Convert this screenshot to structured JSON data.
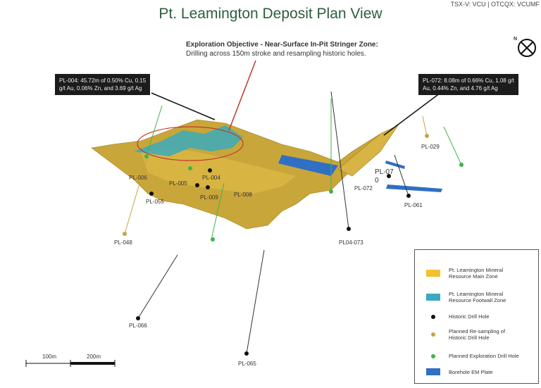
{
  "title": "Pt. Leamington Deposit Plan View",
  "ticker": "TSX-V: VCU | OTCQX: VCUMF",
  "north_label": "N",
  "objective": {
    "heading": "Exploration Objective - Near-Surface In-Pit Stringer Zone:",
    "text": "Drilling across 150m stroke and resampling historic holes."
  },
  "callouts": [
    {
      "line1": "PL-004: 45.72m of 0.50% Cu, 0.15",
      "line2": "g/t Au, 0.06% Zn, and 3.69 g/t Ag"
    },
    {
      "line1": "PL-072: 8.08m of 0.66% Cu, 1.08 g/t",
      "line2": "Au, 0.44% Zn, and 4.76 g/t Ag"
    }
  ],
  "holes": [
    "PL-006",
    "PL-055",
    "PL-005",
    "PL-004",
    "PL-009",
    "PL-008",
    "PL-048",
    "PL-066",
    "PL-065",
    "PL04-073",
    "PL-072",
    "PL-07",
    "0",
    "PL-061",
    "PL-029"
  ],
  "legend": [
    {
      "label1": "Pt. Leamington Mineral",
      "label2": "Resource Main Zone",
      "color": "#f2c12e"
    },
    {
      "label1": "Pt. Leamington Mineral",
      "label2": "Resource Footwall Zone",
      "color": "#3aaabc"
    },
    {
      "label1": "Historic Drill Hole",
      "label2": "",
      "color": "#111111"
    },
    {
      "label1": "Planned Re-sampling of",
      "label2": "Historic Drill Hole",
      "color": "#c9a24a"
    },
    {
      "label1": "Planned Exploration Drill Hole",
      "label2": "",
      "color": "#3bb54a"
    },
    {
      "label1": "Borehole EM Plate",
      "label2": "",
      "color": "#2f6fc4"
    }
  ],
  "scale": {
    "a": "100m",
    "b": "200m"
  }
}
